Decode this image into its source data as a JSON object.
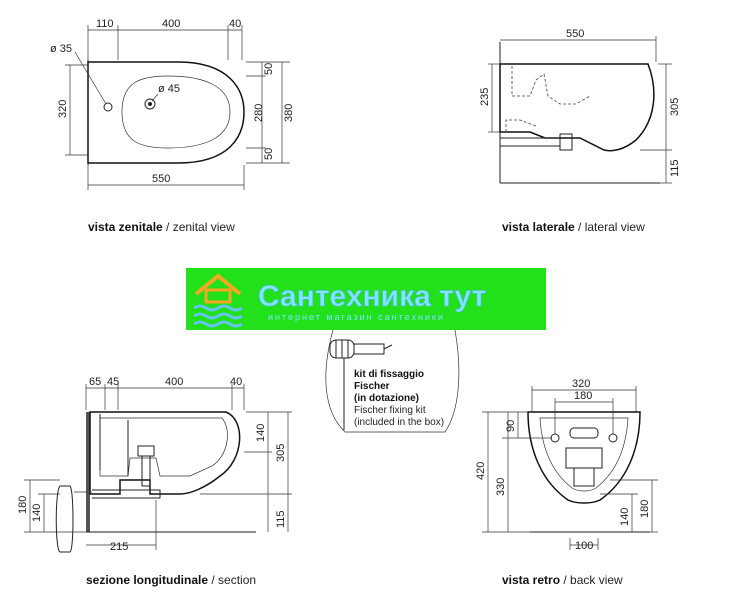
{
  "views": {
    "top": {
      "caption_bold": "vista zenitale",
      "caption_rest": " / zenital view",
      "dims": {
        "d110": "110",
        "d400": "400",
        "d40": "40",
        "dia35": "ø 35",
        "d320": "320",
        "dia45": "ø 45",
        "d50a": "50",
        "d280": "280",
        "d380": "380",
        "d50b": "50",
        "d550": "550"
      }
    },
    "side": {
      "caption_bold": "vista laterale",
      "caption_rest": " / lateral view",
      "dims": {
        "d550": "550",
        "d235": "235",
        "d305": "305",
        "d115": "115"
      }
    },
    "section": {
      "caption_bold": "sezione longitudinale",
      "caption_rest": " / section",
      "dims": {
        "d65": "65",
        "d45": "45",
        "d400": "400",
        "d40": "40",
        "d140": "140",
        "d305": "305",
        "d115": "115",
        "d180": "180",
        "d140b": "140",
        "d215": "215"
      }
    },
    "back": {
      "caption_bold": "vista retro",
      "caption_rest": " / back view",
      "dims": {
        "d320": "320",
        "d180": "180",
        "d90": "90",
        "d420": "420",
        "d330": "330",
        "d140": "140",
        "d180b": "180",
        "d100": "100"
      }
    }
  },
  "kit": {
    "line1": "kit di fissaggio",
    "line2": "Fischer",
    "line3": "(in dotazione)",
    "line4": "Fischer fixing kit",
    "line5": "(included in the box)"
  },
  "watermark": {
    "title": "Сантехника тут",
    "subtitle": "интернет магазин сантехники",
    "colors": {
      "banner": "#22e01a",
      "text": "#7ee4ff",
      "logo_orange": "#f6a623",
      "logo_blue": "#62c6f0"
    }
  }
}
